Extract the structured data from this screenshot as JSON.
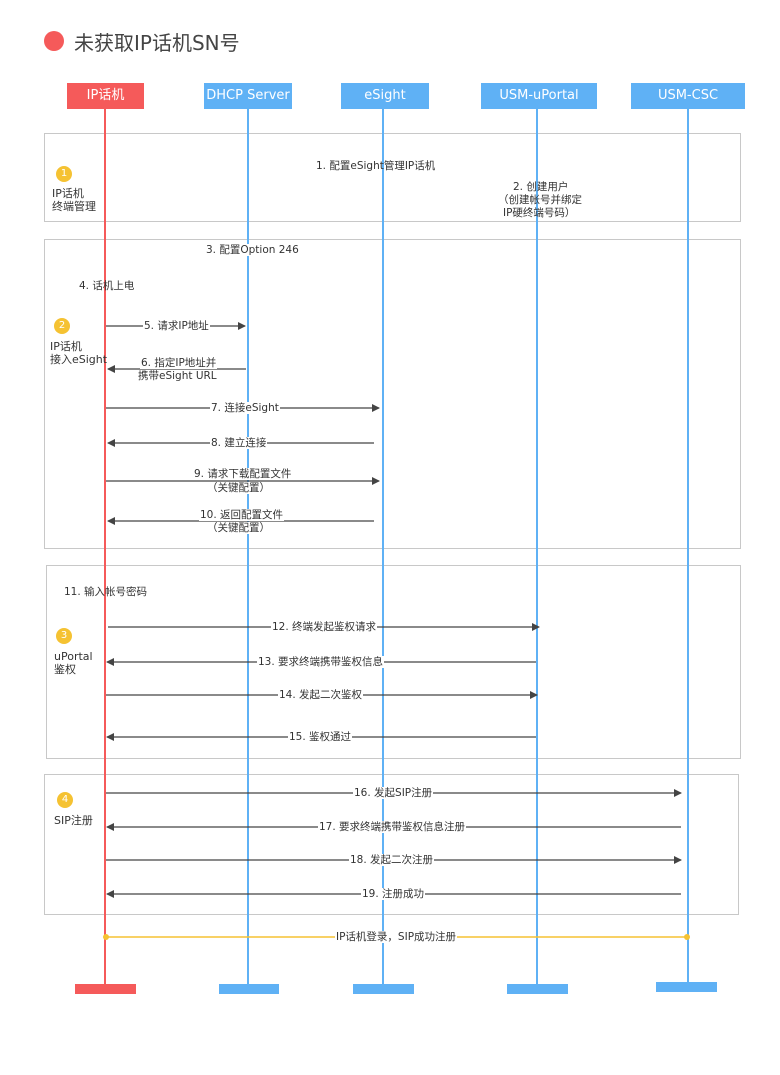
{
  "title": "未获取IP话机SN号",
  "colors": {
    "title_dot": "#f55a5a",
    "ipphone": "#f55a5a",
    "server": "#5fb1f5",
    "badge": "#f5c232",
    "final_arrow": "#f5c232",
    "arrow": "#444444"
  },
  "actors": [
    "IP话机",
    "DHCP Server",
    "eSight",
    "USM-uPortal",
    "USM-CSC"
  ],
  "sections": [
    {
      "badge": "1",
      "label": "IP话机\n终端管理"
    },
    {
      "badge": "2",
      "label": "IP话机\n接入eSight"
    },
    {
      "badge": "3",
      "label": "uPortal\n鉴权"
    },
    {
      "badge": "4",
      "label": "SIP注册"
    }
  ],
  "messages": {
    "m1": "1. 配置eSight管理IP话机",
    "m2a": "2. 创建用户",
    "m2b": "（创建帐号并绑定",
    "m2c": "IP硬终端号码）",
    "m3": "3. 配置Option 246",
    "m4": "4. 话机上电",
    "m5": "5. 请求IP地址",
    "m6a": "6. 指定IP地址并",
    "m6b": "携带eSight URL",
    "m7": "7. 连接eSight",
    "m8": "8. 建立连接",
    "m9a": "9. 请求下载配置文件",
    "m9b": "（关键配置）",
    "m10a": "10. 返回配置文件",
    "m10b": "（关键配置）",
    "m11": "11. 输入帐号密码",
    "m12": "12. 终端发起鉴权请求",
    "m13": "13. 要求终端携带鉴权信息",
    "m14": "14. 发起二次鉴权",
    "m15": "15. 鉴权通过",
    "m16": "16. 发起SIP注册",
    "m17": "17. 要求终端携带鉴权信息注册",
    "m18": "18. 发起二次注册",
    "m19": "19. 注册成功",
    "final": "IP话机登录，SIP成功注册"
  }
}
